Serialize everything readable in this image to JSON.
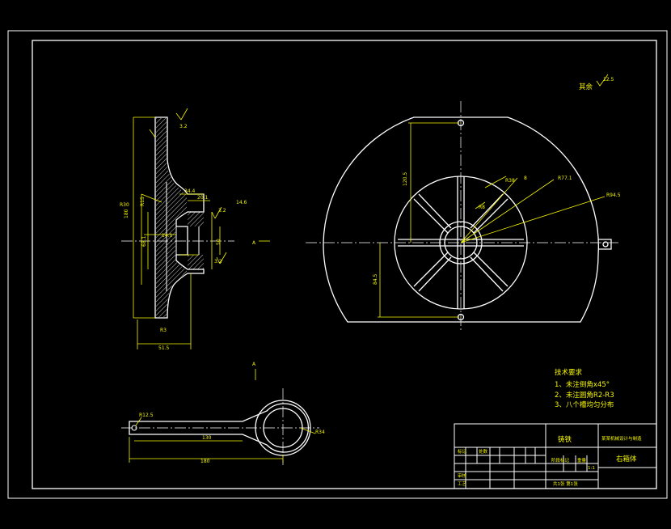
{
  "surface_roughness_note": "其余",
  "tech_requirements": {
    "heading": "技术要求",
    "items": [
      "1、未注倒角x45°",
      "2、未注圆角R2-R3",
      "3、八个槽均匀分布"
    ]
  },
  "title_block": {
    "material": "铸铁",
    "drawing_title": "某某机械设计与制造",
    "part_name": "右箱体",
    "sheet_info": "共1张 第1张"
  },
  "dimensions": {
    "top_view_width": "180",
    "top_view_inner": "130",
    "side_total_width": "51.5",
    "side_hub_length": "34.4",
    "radius_big": "R94.5",
    "radius_mid": "R77.1",
    "hole": "R8"
  },
  "colors": {
    "background": "#000000",
    "outline": "#ffffff",
    "annotation": "#f5f500"
  }
}
